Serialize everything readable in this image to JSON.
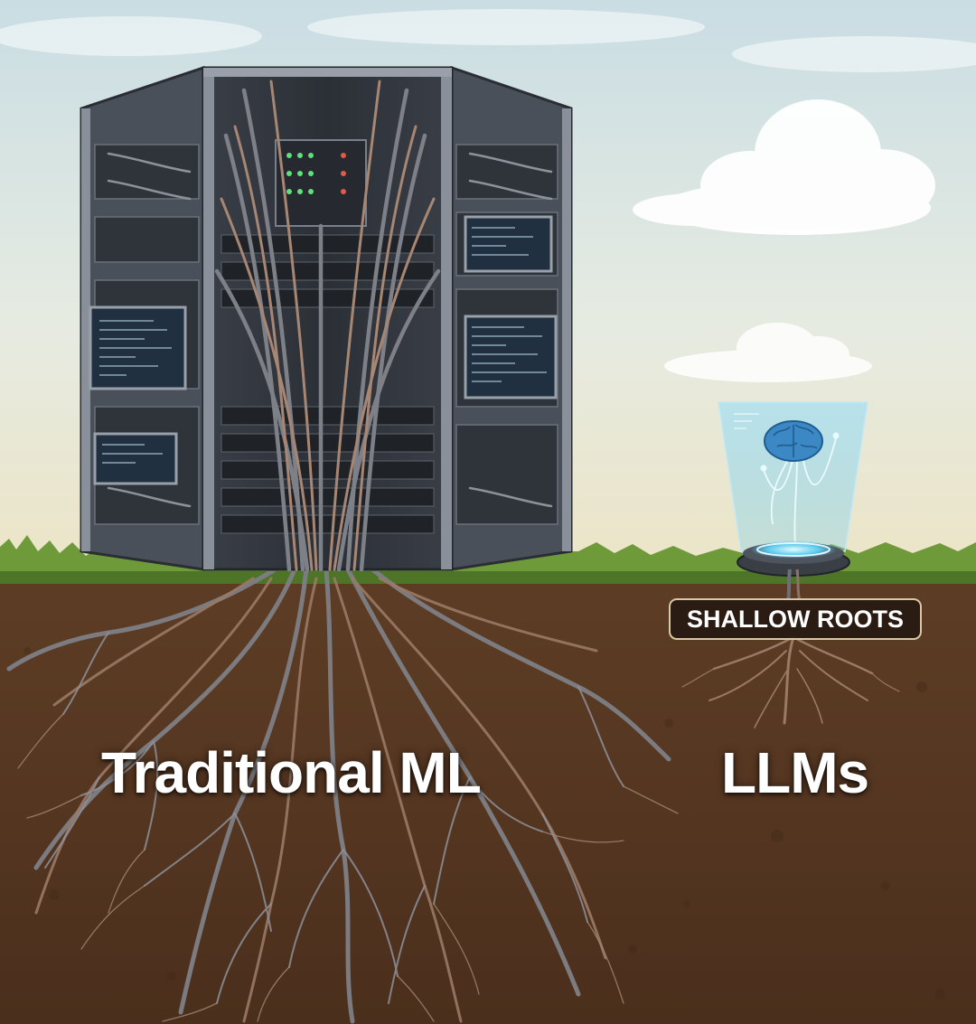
{
  "labels": {
    "traditional_ml": "Traditional ML",
    "llms": "LLMs",
    "shallow_roots_badge": "SHALLOW ROOTS"
  },
  "scene": {
    "left_object": "server-rack-tree",
    "right_object": "holographic-brain-device",
    "left_roots": "deep-cable-roots",
    "right_roots": "shallow-roots"
  },
  "colors": {
    "sky_top": "#dfe9ea",
    "sky_bottom": "#e9e3c9",
    "grass": "#6f9a3a",
    "soil": "#573a24",
    "cable": "#8a8f99",
    "hologram": "#7fd6f0"
  }
}
